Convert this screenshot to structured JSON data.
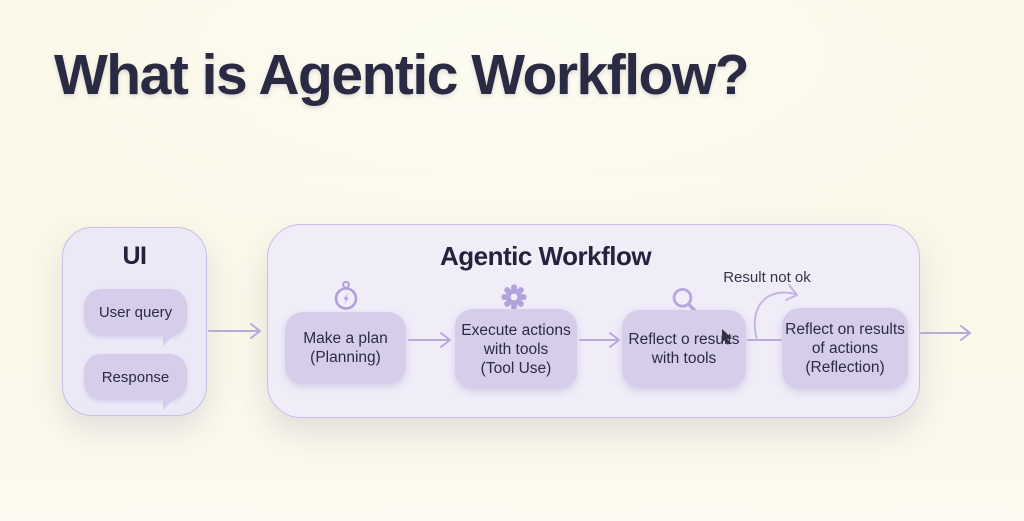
{
  "page": {
    "title": "What is Agentic Workflow?"
  },
  "ui_panel": {
    "title": "UI",
    "bubbles": [
      {
        "label": "User query"
      },
      {
        "label": "Response"
      }
    ]
  },
  "workflow": {
    "title": "Agentic Workflow",
    "loop_label": "Result not ok",
    "steps": [
      {
        "icon": "compass-icon",
        "lines": [
          "Make a plan",
          "(Planning)"
        ]
      },
      {
        "icon": "gear-icon",
        "lines": [
          "Execute actions",
          "with tools",
          "(Tool Use)"
        ]
      },
      {
        "icon": "magnifier-icon",
        "lines": [
          "Reflect o results",
          "with tools"
        ]
      },
      {
        "lines": [
          "Reflect on results",
          "of actions",
          "(Reflection)"
        ]
      }
    ]
  },
  "colors": {
    "background": "#FAF7E6",
    "panel_fill": "#F0EDF9",
    "panel_border": "#C8BEE6",
    "box_fill": "#D6CDEB",
    "arrow": "#B7AADC",
    "text_dark": "#2A2A42"
  }
}
